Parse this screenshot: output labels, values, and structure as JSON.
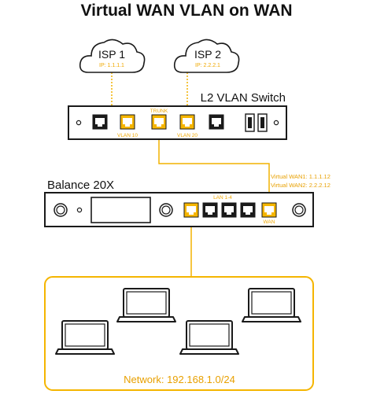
{
  "title": "Virtual WAN VLAN on WAN",
  "isps": [
    {
      "name": "ISP 1",
      "ip": "IP: 1.1.1.1"
    },
    {
      "name": "ISP 2",
      "ip": "IP: 2.2.2.1"
    }
  ],
  "switch": {
    "label": "L2 VLAN Switch",
    "port_labels": {
      "vlan10": "VLAN 10",
      "trunk": "TRUNK",
      "vlan20": "VLAN 20"
    }
  },
  "balance": {
    "label": "Balance 20X",
    "lan_label": "LAN 1-4",
    "wan_label": "WAN",
    "virtual_wan1": "Virtual WAN1: 1.1.1.12",
    "virtual_wan2": "Virtual WAN2: 2.2.2.12"
  },
  "network": {
    "label": "Network: 192.168.1.0/24"
  },
  "colors": {
    "accent": "#f5b500",
    "line": "#f2b200",
    "device_border": "#1a1a1a",
    "port_dark": "#1a1a1a"
  }
}
